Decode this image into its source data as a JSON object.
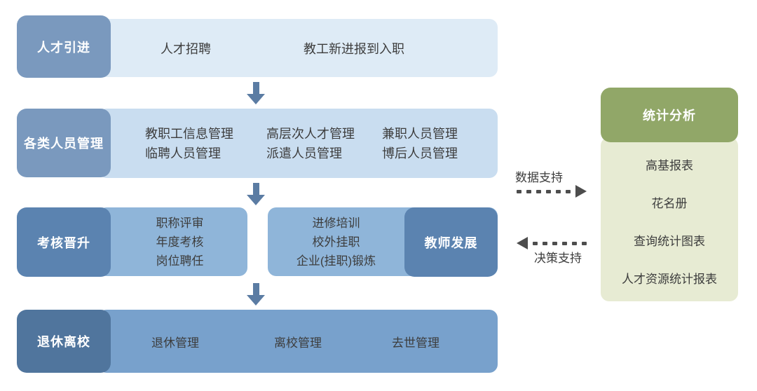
{
  "flow": {
    "rows": [
      {
        "label": "人才引进",
        "items": [
          "人才招聘",
          "教工新进报到入职"
        ]
      },
      {
        "label": "各类人员管理",
        "columns": [
          [
            "教职工信息管理",
            "临聘人员管理"
          ],
          [
            "高层次人才管理",
            "派遣人员管理"
          ],
          [
            "兼职人员管理",
            "博后人员管理"
          ]
        ]
      },
      {
        "label": "考核晋升",
        "box1": [
          "职称评审",
          "年度考核",
          "岗位聘任"
        ],
        "box2": [
          "进修培训",
          "校外挂职",
          "企业(挂职)锻炼"
        ],
        "box2_label": "教师发展"
      },
      {
        "label": "退休离校",
        "items": [
          "退休管理",
          "离校管理",
          "去世管理"
        ]
      }
    ]
  },
  "connectors": {
    "data_support": "数据支持",
    "decision_support": "决策支持"
  },
  "stats_panel": {
    "title": "统计分析",
    "items": [
      "高基报表",
      "花名册",
      "查询统计图表",
      "人才资源统计报表"
    ]
  },
  "palette": {
    "stage_label_blue": "#7a99be",
    "stage_label_dark_blue": "#5b83b0",
    "stage_label_darkest_blue": "#50759d",
    "row1_body": "#deebf6",
    "row2_body": "#c9ddf0",
    "row3_body": "#8fb5d9",
    "row4_body": "#78a1cc",
    "down_arrow": "#5b7ca3",
    "dashed_arrow": "#4d4d4d",
    "stats_header_green": "#91a768",
    "stats_body_green": "#e7ebd3",
    "text": "#3d3d3d"
  }
}
